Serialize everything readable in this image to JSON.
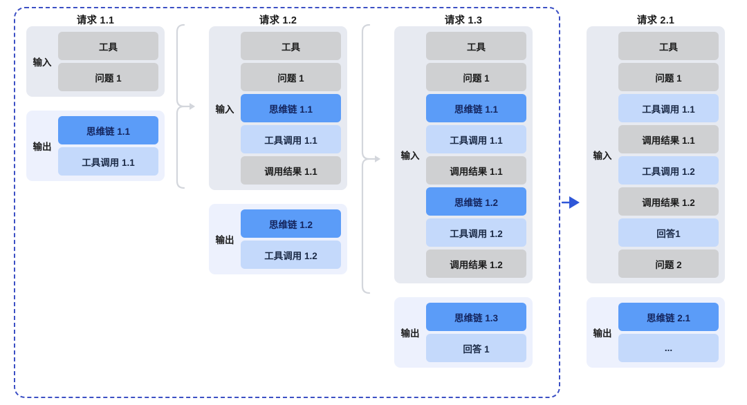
{
  "diagram": {
    "title_prefix": "请求",
    "labels": {
      "input": "输入",
      "output": "输出"
    },
    "colors": {
      "boundary": "#3b4fc4",
      "gray_item": "#cfd0d2",
      "blue_item": "#5b9cf8",
      "light_blue_item": "#c4d9fb",
      "input_group_bg": "#e7eaf1",
      "output_group_bg": "#edf1fd",
      "brace": "#d3d6dc",
      "arrow": "#2f57d8"
    },
    "columns": [
      {
        "title": "请求 1.1",
        "input": {
          "label": "输入",
          "items": [
            {
              "text": "工具",
              "style": "gray"
            },
            {
              "text": "问题 1",
              "style": "gray"
            }
          ]
        },
        "output": {
          "label": "输出",
          "items": [
            {
              "text": "思维链 1.1",
              "style": "blue"
            },
            {
              "text": "工具调用 1.1",
              "style": "light"
            }
          ]
        }
      },
      {
        "title": "请求 1.2",
        "input": {
          "label": "输入",
          "items": [
            {
              "text": "工具",
              "style": "gray"
            },
            {
              "text": "问题 1",
              "style": "gray"
            },
            {
              "text": "思维链 1.1",
              "style": "blue"
            },
            {
              "text": "工具调用 1.1",
              "style": "light"
            },
            {
              "text": "调用结果 1.1",
              "style": "gray"
            }
          ]
        },
        "output": {
          "label": "输出",
          "items": [
            {
              "text": "思维链 1.2",
              "style": "blue"
            },
            {
              "text": "工具调用 1.2",
              "style": "light"
            }
          ]
        }
      },
      {
        "title": "请求 1.3",
        "input": {
          "label": "输入",
          "items": [
            {
              "text": "工具",
              "style": "gray"
            },
            {
              "text": "问题 1",
              "style": "gray"
            },
            {
              "text": "思维链 1.1",
              "style": "blue"
            },
            {
              "text": "工具调用 1.1",
              "style": "light"
            },
            {
              "text": "调用结果 1.1",
              "style": "gray"
            },
            {
              "text": "思维链 1.2",
              "style": "blue"
            },
            {
              "text": "工具调用 1.2",
              "style": "light"
            },
            {
              "text": "调用结果 1.2",
              "style": "gray"
            }
          ]
        },
        "output": {
          "label": "输出",
          "items": [
            {
              "text": "思维链 1.3",
              "style": "blue"
            },
            {
              "text": "回答 1",
              "style": "light"
            }
          ]
        }
      },
      {
        "title": "请求 2.1",
        "input": {
          "label": "输入",
          "items": [
            {
              "text": "工具",
              "style": "gray"
            },
            {
              "text": "问题 1",
              "style": "gray"
            },
            {
              "text": "工具调用 1.1",
              "style": "light"
            },
            {
              "text": "调用结果 1.1",
              "style": "gray"
            },
            {
              "text": "工具调用 1.2",
              "style": "light"
            },
            {
              "text": "调用结果 1.2",
              "style": "gray"
            },
            {
              "text": "回答1",
              "style": "light"
            },
            {
              "text": "问题 2",
              "style": "gray"
            }
          ]
        },
        "output": {
          "label": "输出",
          "items": [
            {
              "text": "思维链 2.1",
              "style": "blue"
            },
            {
              "text": "...",
              "style": "light"
            }
          ]
        }
      }
    ],
    "connectors": [
      {
        "kind": "brace-arrow",
        "from": "请求 1.1",
        "to": "请求 1.2"
      },
      {
        "kind": "brace-arrow",
        "from": "请求 1.2",
        "to": "请求 1.3"
      },
      {
        "kind": "session-arrow",
        "from": "请求 1.3",
        "to": "请求 2.1"
      }
    ]
  }
}
